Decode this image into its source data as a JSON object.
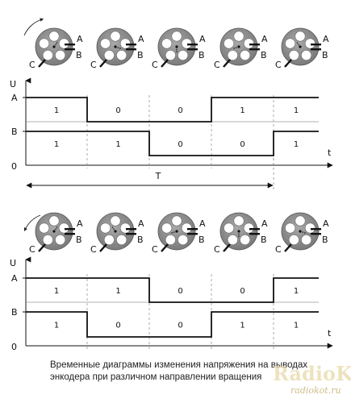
{
  "diagram": {
    "axis_y_label": "U",
    "axis_t_label": "t",
    "origin_label": "0",
    "channel_a_label": "A",
    "channel_b_label": "B",
    "contact_c_label": "C",
    "period_label": "T",
    "top": {
      "rotation": "cw",
      "a_states": [
        "1",
        "0",
        "0",
        "1",
        "1"
      ],
      "b_states": [
        "1",
        "1",
        "0",
        "0",
        "1"
      ],
      "disk_angles": [
        0,
        72,
        144,
        216,
        288
      ]
    },
    "bottom": {
      "rotation": "ccw",
      "a_states": [
        "1",
        "1",
        "0",
        "0",
        "1"
      ],
      "b_states": [
        "1",
        "0",
        "0",
        "1",
        "1"
      ],
      "disk_angles": [
        0,
        -72,
        -144,
        -216,
        -288
      ]
    },
    "caption_line1": "Временные диаграммы изменения напряжения на выводах",
    "caption_line2": "энкодера при различном направлении вращения",
    "watermark_logo": "RadioKot",
    "watermark_url": "radiokot.ru"
  }
}
